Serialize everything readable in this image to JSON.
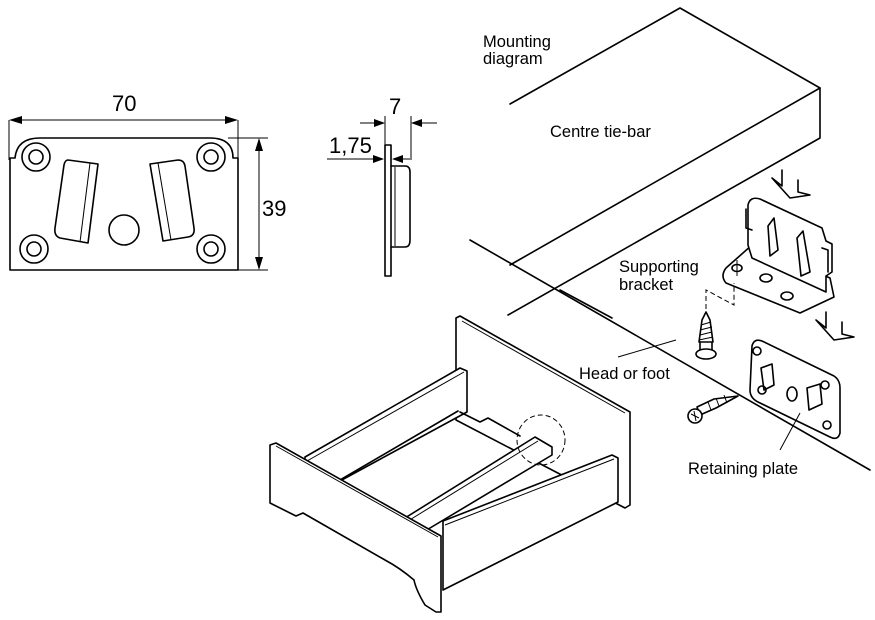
{
  "front_view": {
    "width_dim": "70",
    "height_dim": "39"
  },
  "side_view": {
    "total_depth_dim": "7",
    "plate_thickness_dim": "1,75"
  },
  "mounting": {
    "title_line1": "Mounting",
    "title_line2": "diagram",
    "centre_tie_bar": "Centre tie-bar",
    "supporting_bracket_line1": "Supporting",
    "supporting_bracket_line2": "bracket",
    "head_or_foot": "Head or foot",
    "retaining_plate": "Retaining plate"
  }
}
